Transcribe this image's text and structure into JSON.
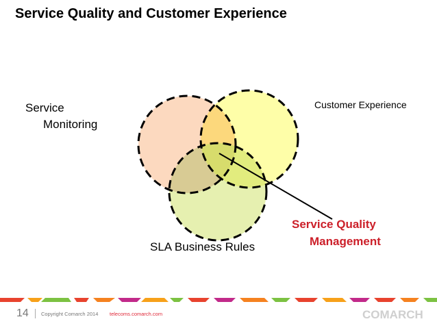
{
  "slide": {
    "title": "Service Quality and Customer Experience"
  },
  "diagram": {
    "circles": [
      {
        "id": "service-monitoring",
        "label_line1": "Service",
        "label_line2": "Monitoring",
        "fill": "#fcd9bf"
      },
      {
        "id": "customer-experience",
        "label": "Customer Experience",
        "fill": "#fefea8"
      },
      {
        "id": "sla-business-rules",
        "label": "SLA Business Rules",
        "fill": "#e6f0b0"
      }
    ],
    "overlap_colors": {
      "monitoring_customer": "#fcd87c",
      "monitoring_sla": "#d8cb94",
      "customer_sla": "#e2ec7e",
      "center": "#d7dc6c"
    },
    "callout": {
      "label_line1": "Service Quality",
      "label_line2": "Management",
      "color": "#cc1f29"
    }
  },
  "footer": {
    "page_number": "14",
    "copyright": "Copyright  Comarch 2014",
    "website": "telecoms.comarch.com",
    "logo_text": "COMARCH"
  }
}
